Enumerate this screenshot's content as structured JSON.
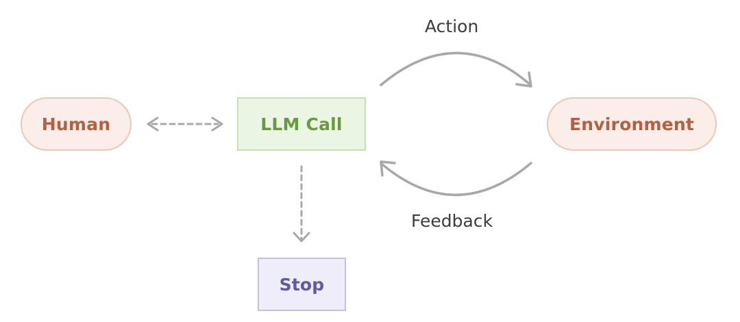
{
  "nodes": {
    "human": "Human",
    "llm_call": "LLM Call",
    "environment": "Environment",
    "stop": "Stop"
  },
  "edges": {
    "action": "Action",
    "feedback": "Feedback"
  },
  "colors": {
    "pill_fill": "#fbeee8",
    "pill_text": "#b45f40",
    "llm_fill": "#ebf5e3",
    "llm_text": "#6a9a3e",
    "stop_fill": "#eeedf9",
    "stop_text": "#5f5aa8",
    "arrow": "#a8a8a8"
  }
}
